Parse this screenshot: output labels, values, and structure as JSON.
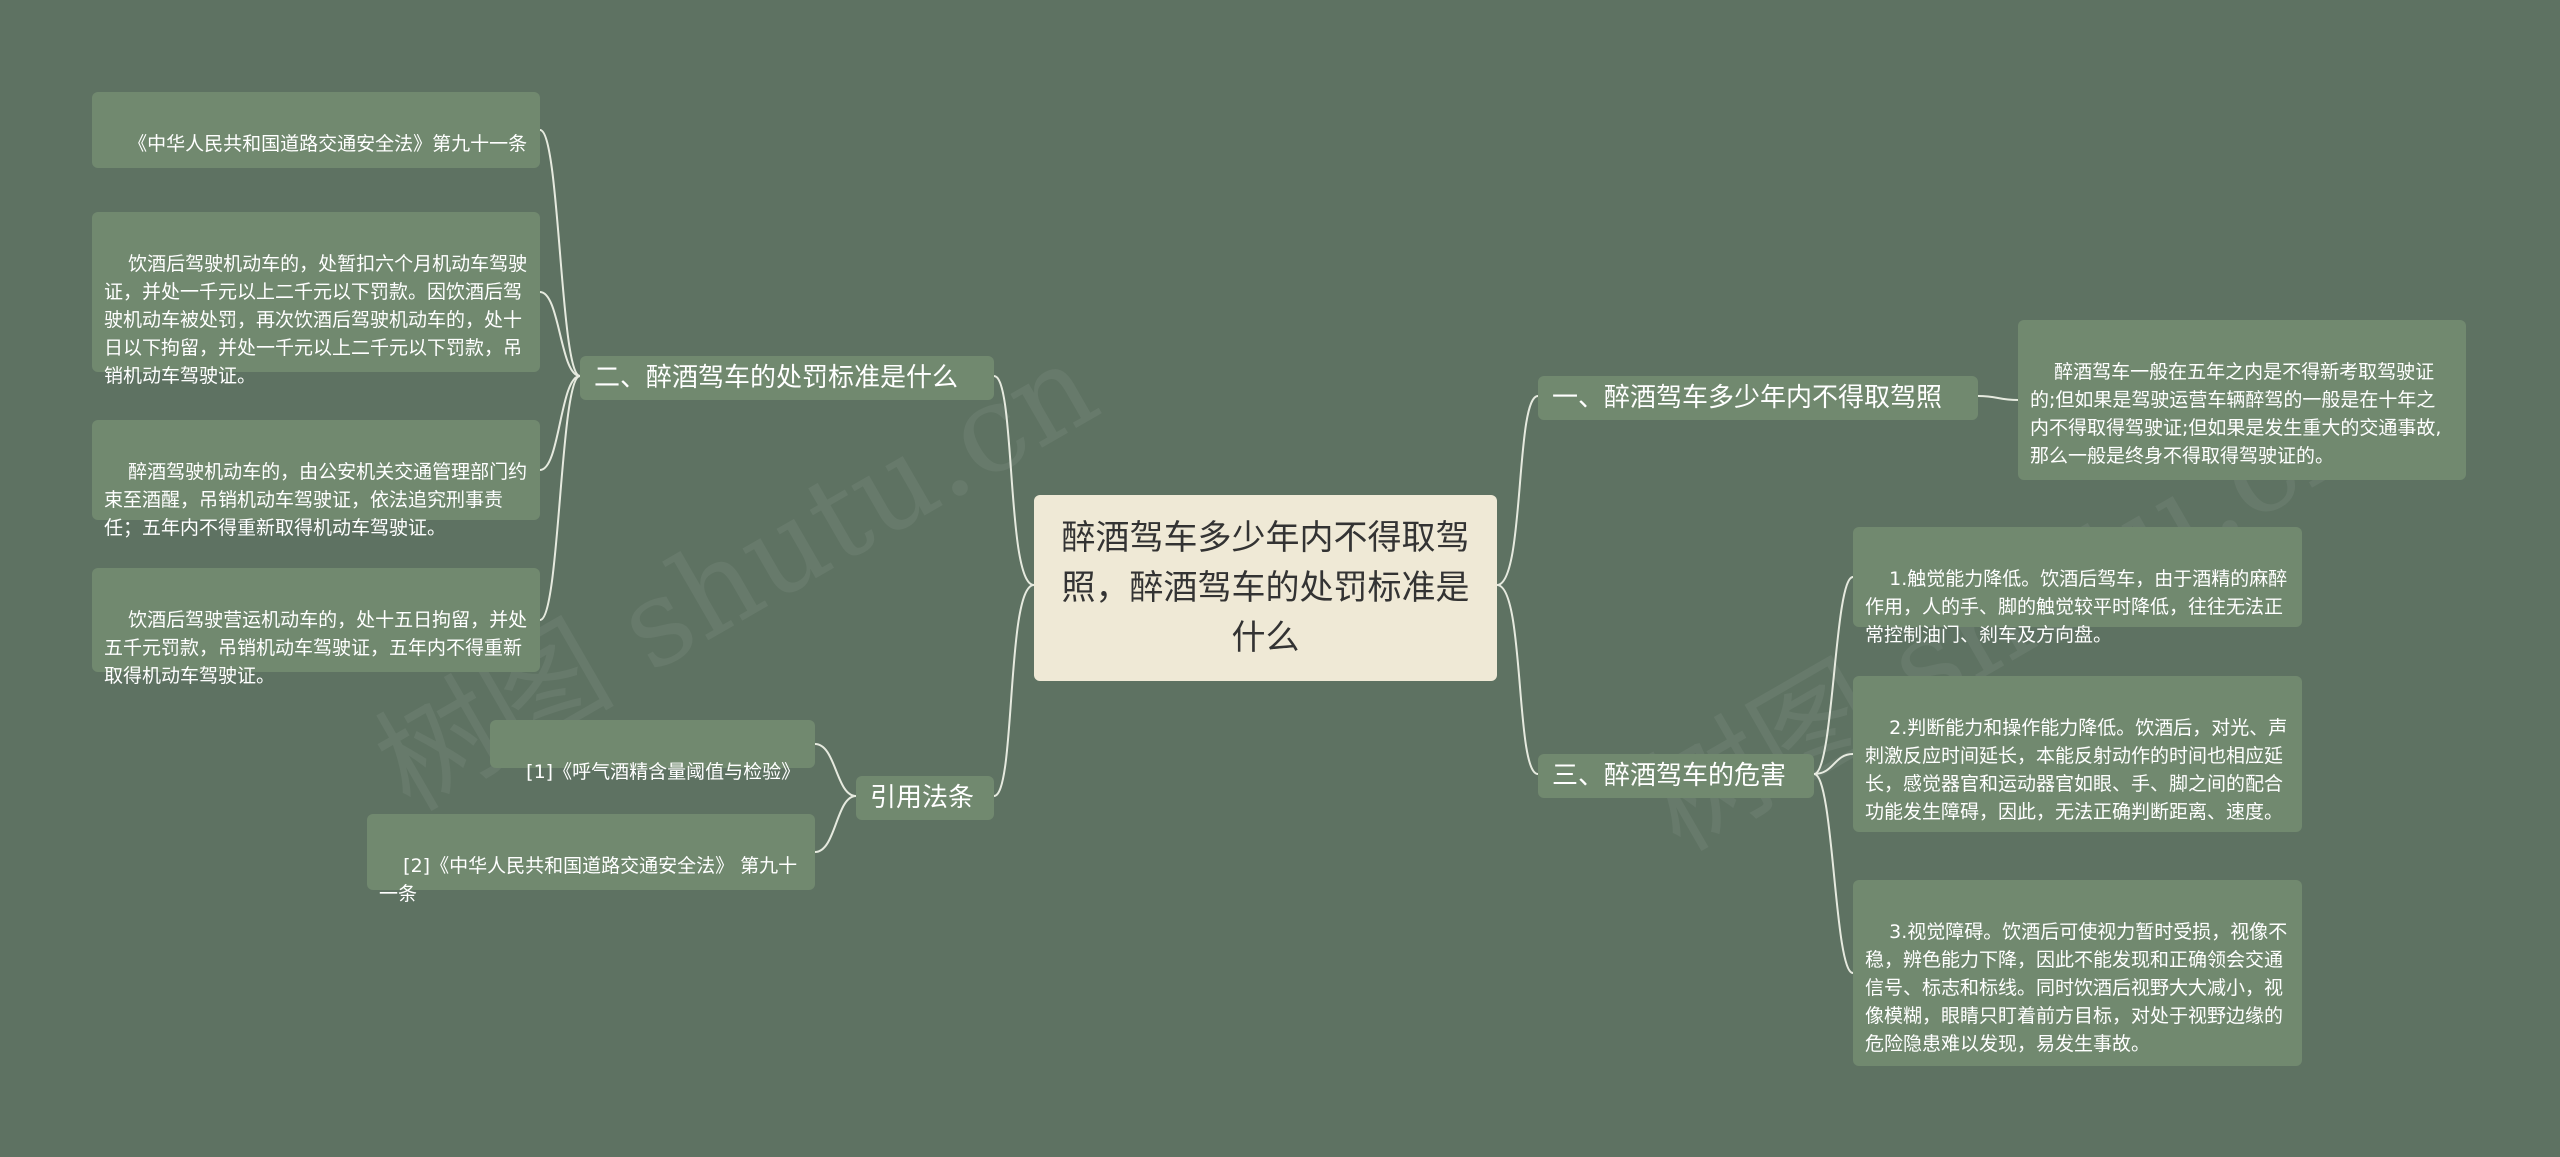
{
  "root": {
    "title": "醉酒驾车多少年内不得取驾照，醉酒驾车的处罚标准是什么"
  },
  "branches": {
    "b1": {
      "label": "一、醉酒驾车多少年内不得取驾照"
    },
    "b2": {
      "label": "二、醉酒驾车的处罚标准是什么"
    },
    "b3": {
      "label": "三、醉酒驾车的危害"
    },
    "b4": {
      "label": "引用法条"
    }
  },
  "leaves": {
    "b1_1": "醉酒驾车一般在五年之内是不得新考取驾驶证的;但如果是驾驶运营车辆醉驾的一般是在十年之内不得取得驾驶证;但如果是发生重大的交通事故,那么一般是终身不得取得驾驶证的。",
    "b2_1": "《中华人民共和国道路交通安全法》第九十一条",
    "b2_2": "饮酒后驾驶机动车的，处暂扣六个月机动车驾驶证，并处一千元以上二千元以下罚款。因饮酒后驾驶机动车被处罚，再次饮酒后驾驶机动车的，处十日以下拘留，并处一千元以上二千元以下罚款，吊销机动车驾驶证。",
    "b2_3": "醉酒驾驶机动车的，由公安机关交通管理部门约束至酒醒，吊销机动车驾驶证，依法追究刑事责任；五年内不得重新取得机动车驾驶证。",
    "b2_4": "饮酒后驾驶营运机动车的，处十五日拘留，并处五千元罚款，吊销机动车驾驶证，五年内不得重新取得机动车驾驶证。",
    "b3_1": "1.触觉能力降低。饮酒后驾车，由于酒精的麻醉作用，人的手、脚的触觉较平时降低，往往无法正常控制油门、刹车及方向盘。",
    "b3_2": "2.判断能力和操作能力降低。饮酒后，对光、声刺激反应时间延长，本能反射动作的时间也相应延长，感觉器官和运动器官如眼、手、脚之间的配合功能发生障碍，因此，无法正确判断距离、速度。",
    "b3_3": "3.视觉障碍。饮酒后可使视力暂时受损，视像不稳，辨色能力下降，因此不能发现和正确领会交通信号、标志和标线。同时饮酒后视野大大减小，视像模糊，眼睛只盯着前方目标，对处于视野边缘的危险隐患难以发现，易发生事故。",
    "b4_1": "[1]《呼气酒精含量阈值与检验》",
    "b4_2": "[2]《中华人民共和国道路交通安全法》 第九十一条"
  },
  "colors": {
    "background": "#5e7262",
    "node": "#71896f",
    "root": "#efe9d6",
    "link": "#e6eadf"
  }
}
